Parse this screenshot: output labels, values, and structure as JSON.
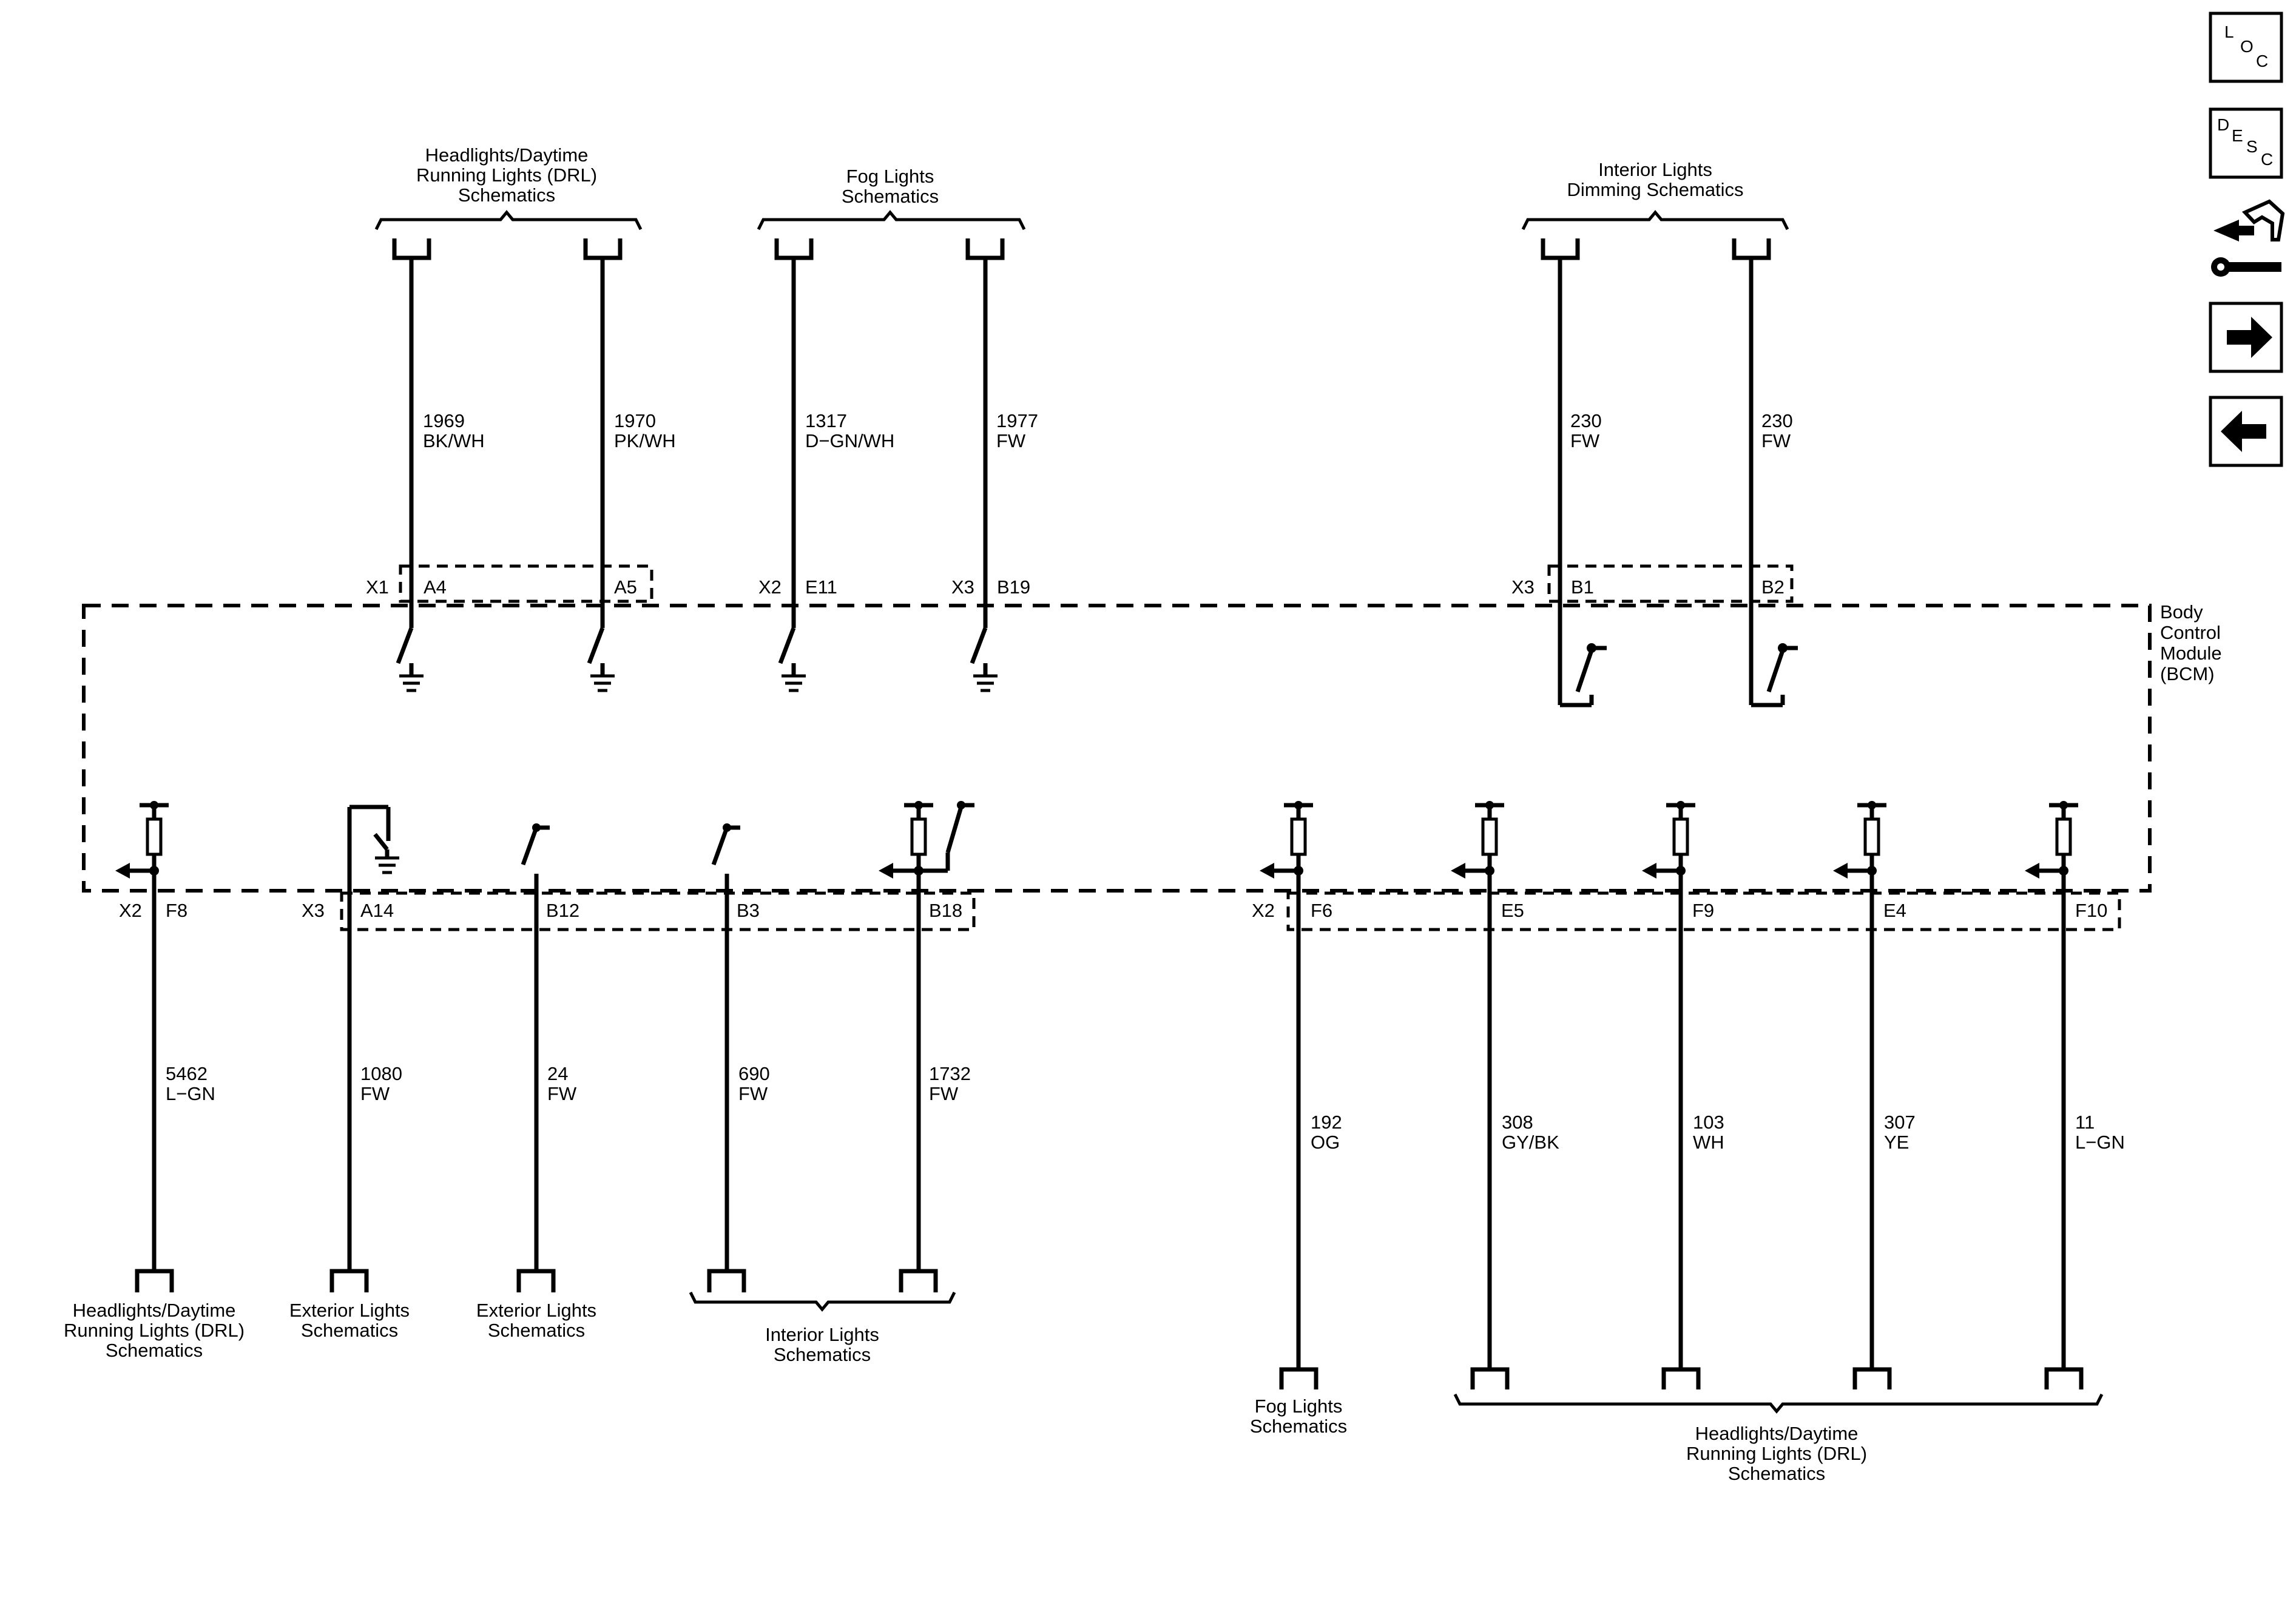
{
  "module": {
    "name_lines": [
      "Body",
      "Control",
      "Module",
      "(BCM)"
    ]
  },
  "top_groups": {
    "headlights": [
      "Headlights/Daytime",
      "Running Lights (DRL)",
      "Schematics"
    ],
    "fog": [
      "Fog Lights",
      "Schematics"
    ],
    "interior_dimming": [
      "Interior Lights",
      "Dimming Schematics"
    ]
  },
  "top_wires": [
    {
      "circuit": "1969",
      "color": "BK/WH",
      "pin": "A4",
      "connector": "X1"
    },
    {
      "circuit": "1970",
      "color": "PK/WH",
      "pin": "A5",
      "connector": ""
    },
    {
      "circuit": "1317",
      "color": "D−GN/WH",
      "pin": "E11",
      "connector": "X2"
    },
    {
      "circuit": "1977",
      "color": "FW",
      "pin": "B19",
      "connector": "X3"
    },
    {
      "circuit": "230",
      "color": "FW",
      "pin": "B1",
      "connector": "X3"
    },
    {
      "circuit": "230",
      "color": "FW",
      "pin": "B2",
      "connector": ""
    }
  ],
  "bottom_wires": [
    {
      "circuit": "5462",
      "color": "L−GN",
      "pin": "F8",
      "connector": "X2"
    },
    {
      "circuit": "1080",
      "color": "FW",
      "pin": "A14",
      "connector": "X3"
    },
    {
      "circuit": "24",
      "color": "FW",
      "pin": "B12",
      "connector": ""
    },
    {
      "circuit": "690",
      "color": "FW",
      "pin": "B3",
      "connector": ""
    },
    {
      "circuit": "1732",
      "color": "FW",
      "pin": "B18",
      "connector": ""
    },
    {
      "circuit": "192",
      "color": "OG",
      "pin": "F6",
      "connector": "X2"
    },
    {
      "circuit": "308",
      "color": "GY/BK",
      "pin": "E5",
      "connector": ""
    },
    {
      "circuit": "103",
      "color": "WH",
      "pin": "F9",
      "connector": ""
    },
    {
      "circuit": "307",
      "color": "YE",
      "pin": "E4",
      "connector": ""
    },
    {
      "circuit": "11",
      "color": "L−GN",
      "pin": "F10",
      "connector": ""
    }
  ],
  "bottom_destinations": {
    "headlights_single": [
      "Headlights/Daytime",
      "Running Lights (DRL)",
      "Schematics"
    ],
    "exterior_1": [
      "Exterior Lights",
      "Schematics"
    ],
    "exterior_2": [
      "Exterior Lights",
      "Schematics"
    ],
    "interior": [
      "Interior Lights",
      "Schematics"
    ],
    "fog": [
      "Fog Lights",
      "Schematics"
    ],
    "headlights_group": [
      "Headlights/Daytime",
      "Running Lights (DRL)",
      "Schematics"
    ]
  },
  "nav": {
    "loc": [
      "L",
      "O",
      "C"
    ],
    "desc": [
      "D",
      "E",
      "S",
      "C"
    ],
    "connector_icon": "connector-tool-icon",
    "next_icon": "arrow-right-icon",
    "prev_icon": "arrow-left-icon"
  }
}
